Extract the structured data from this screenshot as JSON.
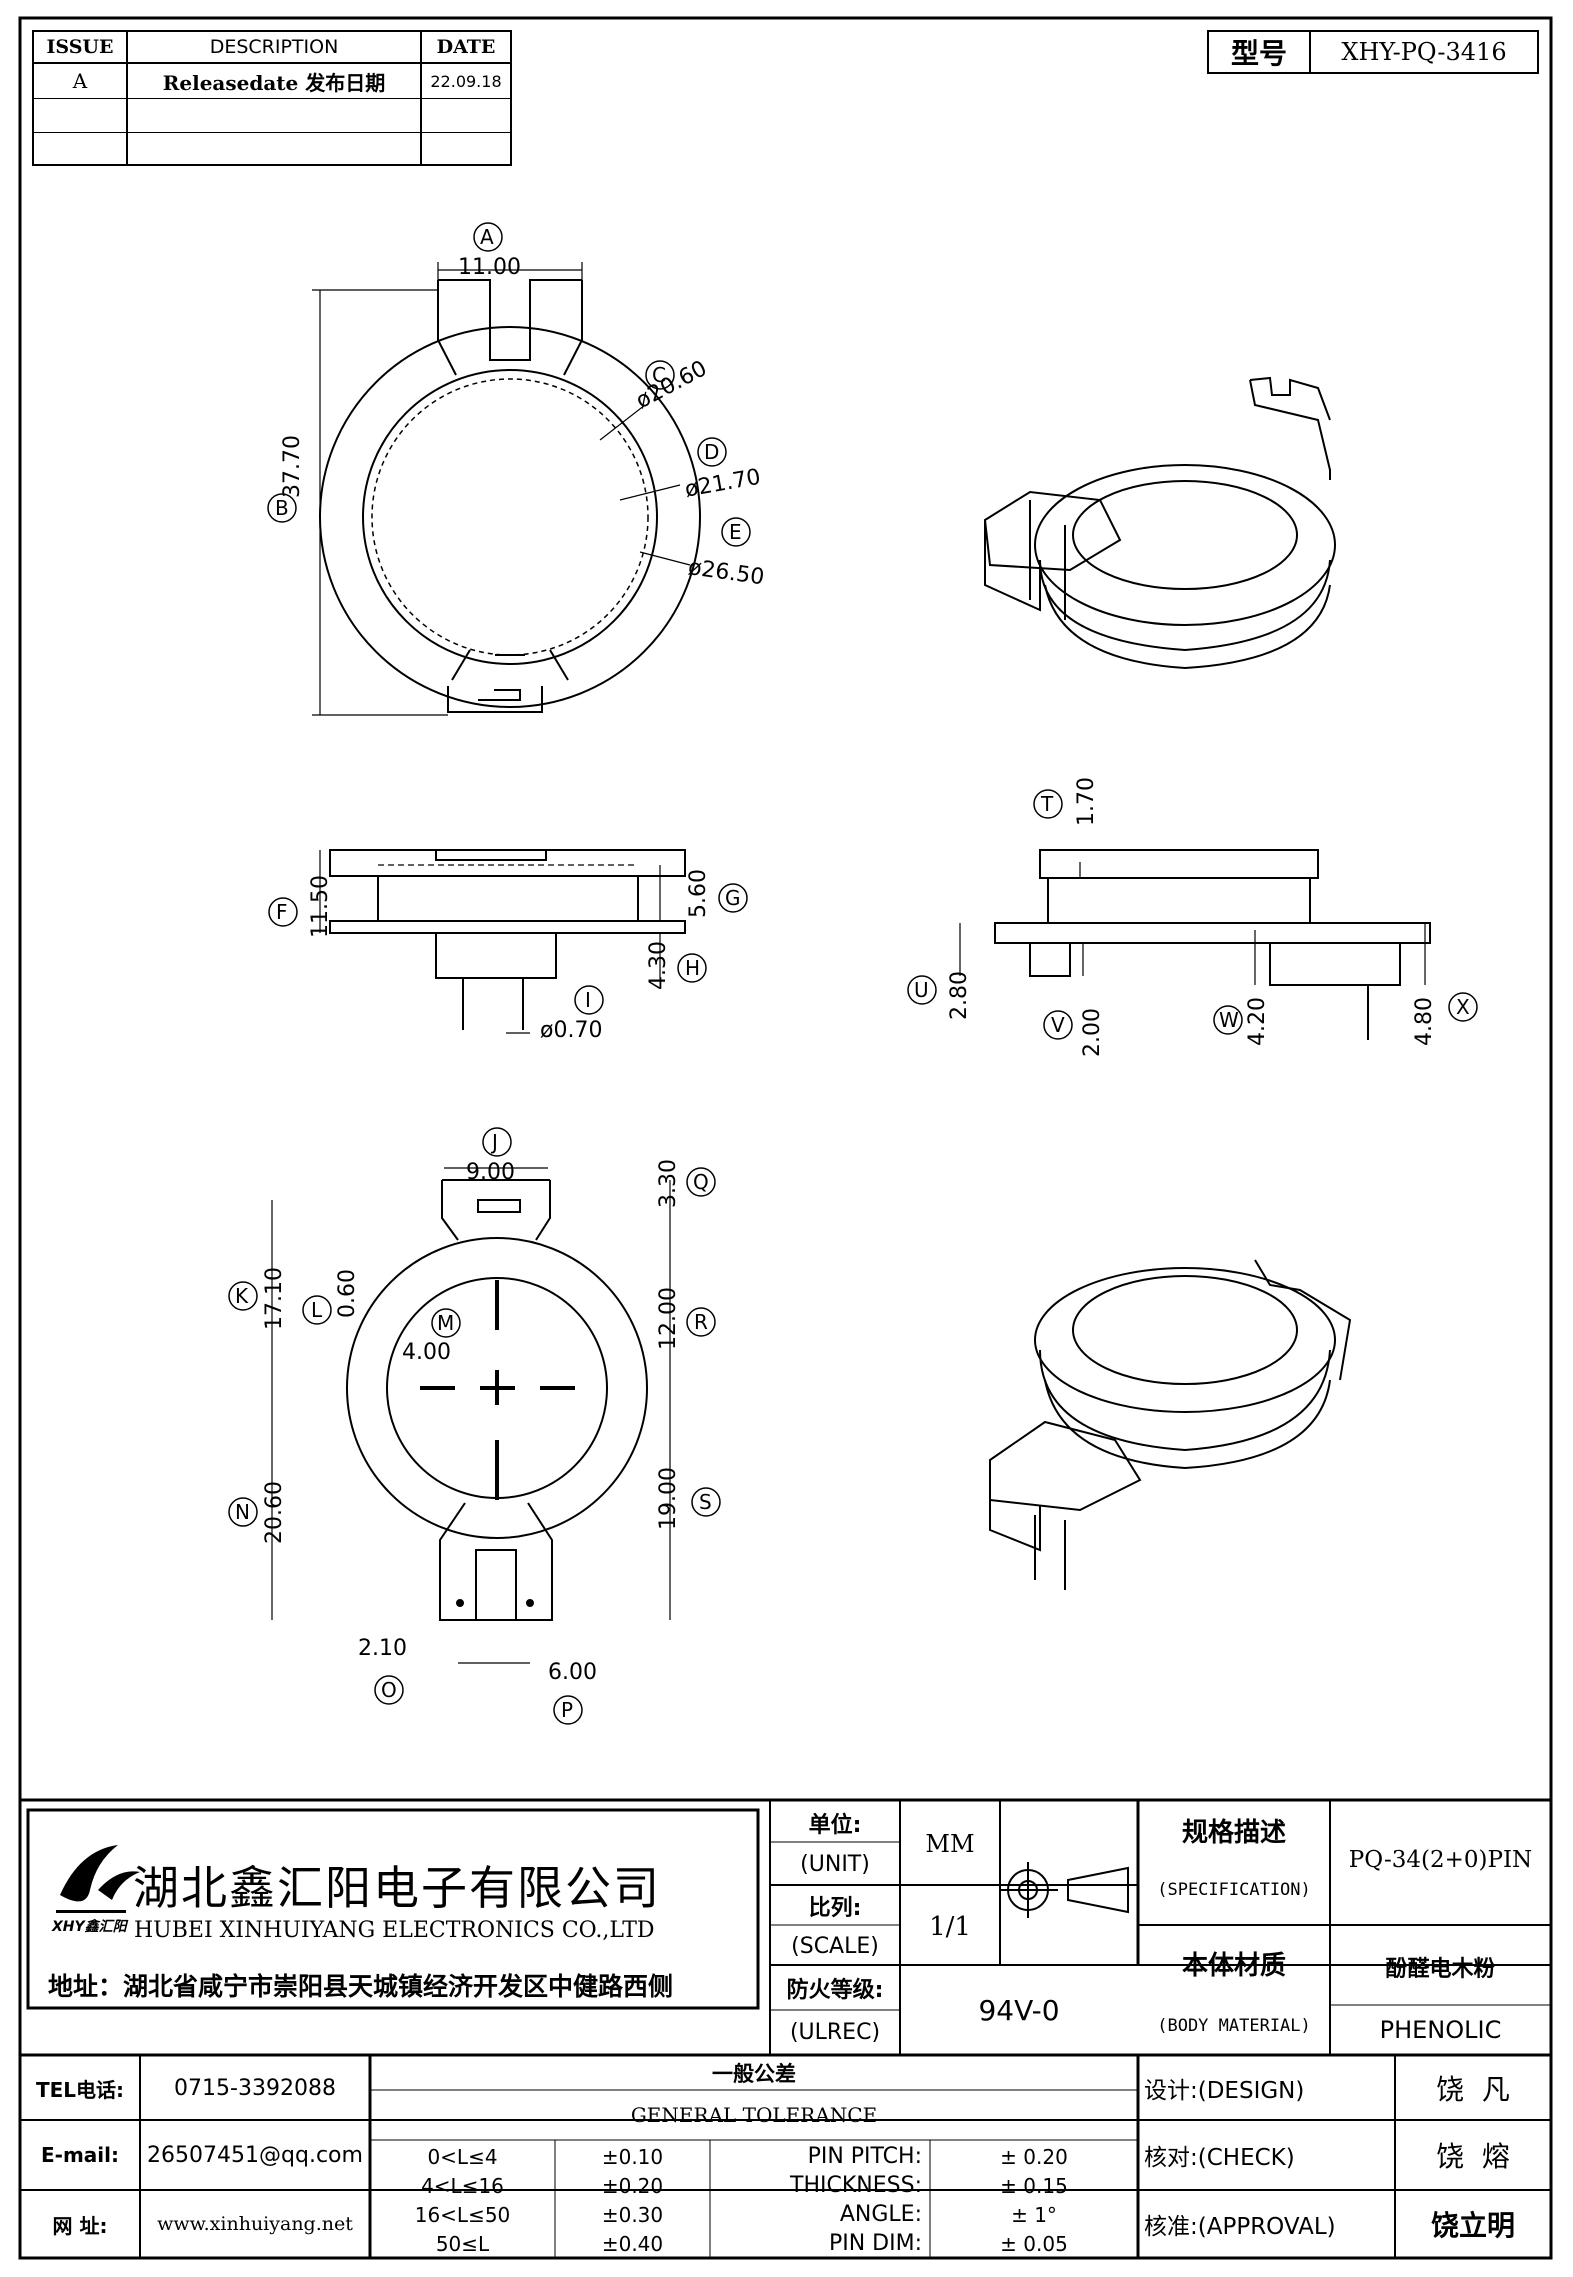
{
  "revision_table": {
    "headers": [
      "ISSUE",
      "DESCRIPTION",
      "DATE"
    ],
    "rows": [
      {
        "issue": "A",
        "description": "Releasedate 发布日期",
        "date": "22.09.18"
      }
    ]
  },
  "model": {
    "label": "型号",
    "value": "XHY-PQ-3416"
  },
  "dimensions": {
    "A": "11.00",
    "B": "37.70",
    "C": "ø20.60",
    "D": "ø21.70",
    "E": "ø26.50",
    "F": "11.50",
    "G": "5.60",
    "H": "4.30",
    "I": "ø0.70",
    "T": "1.70",
    "U": "2.80",
    "V": "2.00",
    "W": "4.20",
    "X": "4.80",
    "J": "9.00",
    "Q": "3.30",
    "K": "17.10",
    "L": "0.60",
    "M": "4.00",
    "R": "12.00",
    "N": "20.60",
    "S": "19.00",
    "O": "2.10",
    "P": "6.00"
  },
  "title_block": {
    "company_cn": "湖北鑫汇阳电子有限公司",
    "company_en": "HUBEI XINHUIYANG ELECTRONICS CO.,LTD",
    "address": "地址：湖北省咸宁市崇阳县天城镇经济开发区中健路西侧",
    "logo_text": "XHY鑫汇阳",
    "unit_label_cn": "单位:",
    "unit_label_en": "(UNIT)",
    "unit_value": "MM",
    "scale_label_cn": "比列:",
    "scale_label_en": "(SCALE)",
    "scale_value": "1/1",
    "ulrec_label_cn": "防火等级:",
    "ulrec_label_en": "(ULREC)",
    "ulrec_value": "94V-0",
    "spec_label_cn": "规格描述",
    "spec_label_en": "(SPECIFICATION)",
    "spec_value": "PQ-34(2+0)PIN",
    "material_label_cn": "本体材质",
    "material_label_en": "(BODY MATERIAL)",
    "material_value_cn": "酚醛电木粉",
    "material_value_en": "PHENOLIC",
    "tel_label": "TEL电话:",
    "tel_value": "0715-3392088",
    "email_label": "E-mail:",
    "email_value": "26507451@qq.com",
    "web_label": "网  址:",
    "web_value": "www.xinhuiyang.net",
    "tolerance_cn": "一般公差",
    "tolerance_en": "GENERAL TOLERANCE",
    "tolerances": [
      {
        "range": "0<L≤4",
        "value": "±0.10",
        "name": "PIN PITCH:",
        "tol": "± 0.20"
      },
      {
        "range": "4<L≤16",
        "value": "±0.20",
        "name": "THICKNESS:",
        "tol": "± 0.15"
      },
      {
        "range": "16<L≤50",
        "value": "±0.30",
        "name": "ANGLE:",
        "tol": "± 1°"
      },
      {
        "range": "50≤L",
        "value": "±0.40",
        "name": "PIN DIM:",
        "tol": "± 0.05"
      }
    ],
    "design_label": "设计:(DESIGN)",
    "design_value": "饶  凡",
    "check_label": "核对:(CHECK)",
    "check_value": "饶  熔",
    "approval_label": "核准:(APPROVAL)",
    "approval_value": "饶立明"
  }
}
